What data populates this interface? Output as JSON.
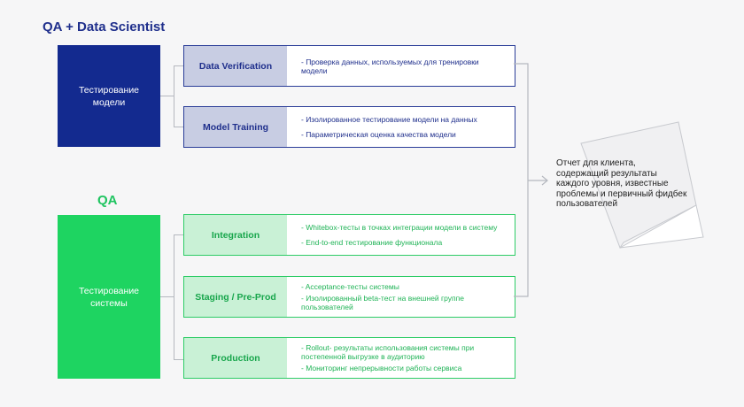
{
  "headings": {
    "top": "QA + Data Scientist",
    "qa": "QA"
  },
  "blocks": {
    "model": "Тестирование модели",
    "system": "Тестирование системы"
  },
  "rows": [
    {
      "stage": "Data Verification",
      "details": [
        "- Проверка данных, используемых для тренировки модели"
      ]
    },
    {
      "stage": "Model Training",
      "details": [
        "- Изолированное тестирование модели на данных",
        "- Параметрическая оценка качества модели"
      ]
    },
    {
      "stage": "Integration",
      "details": [
        "- Whitebox-тесты в точках интеграции модели в систему",
        "- End-to-end тестирование функционала"
      ]
    },
    {
      "stage": "Staging / Pre-Prod",
      "details": [
        "- Acceptance-тесты системы",
        "- Изолированный beta-тест на внешней группе пользователей"
      ]
    },
    {
      "stage": "Production",
      "details": [
        "- Rollout- результаты использования системы при постепенной выгрузке в аудиторию",
        "- Мониторинг непрерывности работы сервиса"
      ]
    }
  ],
  "report": "Отчет для клиента, содержащий результаты каждого уровня, известные проблемы и первичный фидбек пользователей",
  "colors": {
    "navy": "#132a8f",
    "green": "#1ed461",
    "line": "#b5b8bf"
  }
}
